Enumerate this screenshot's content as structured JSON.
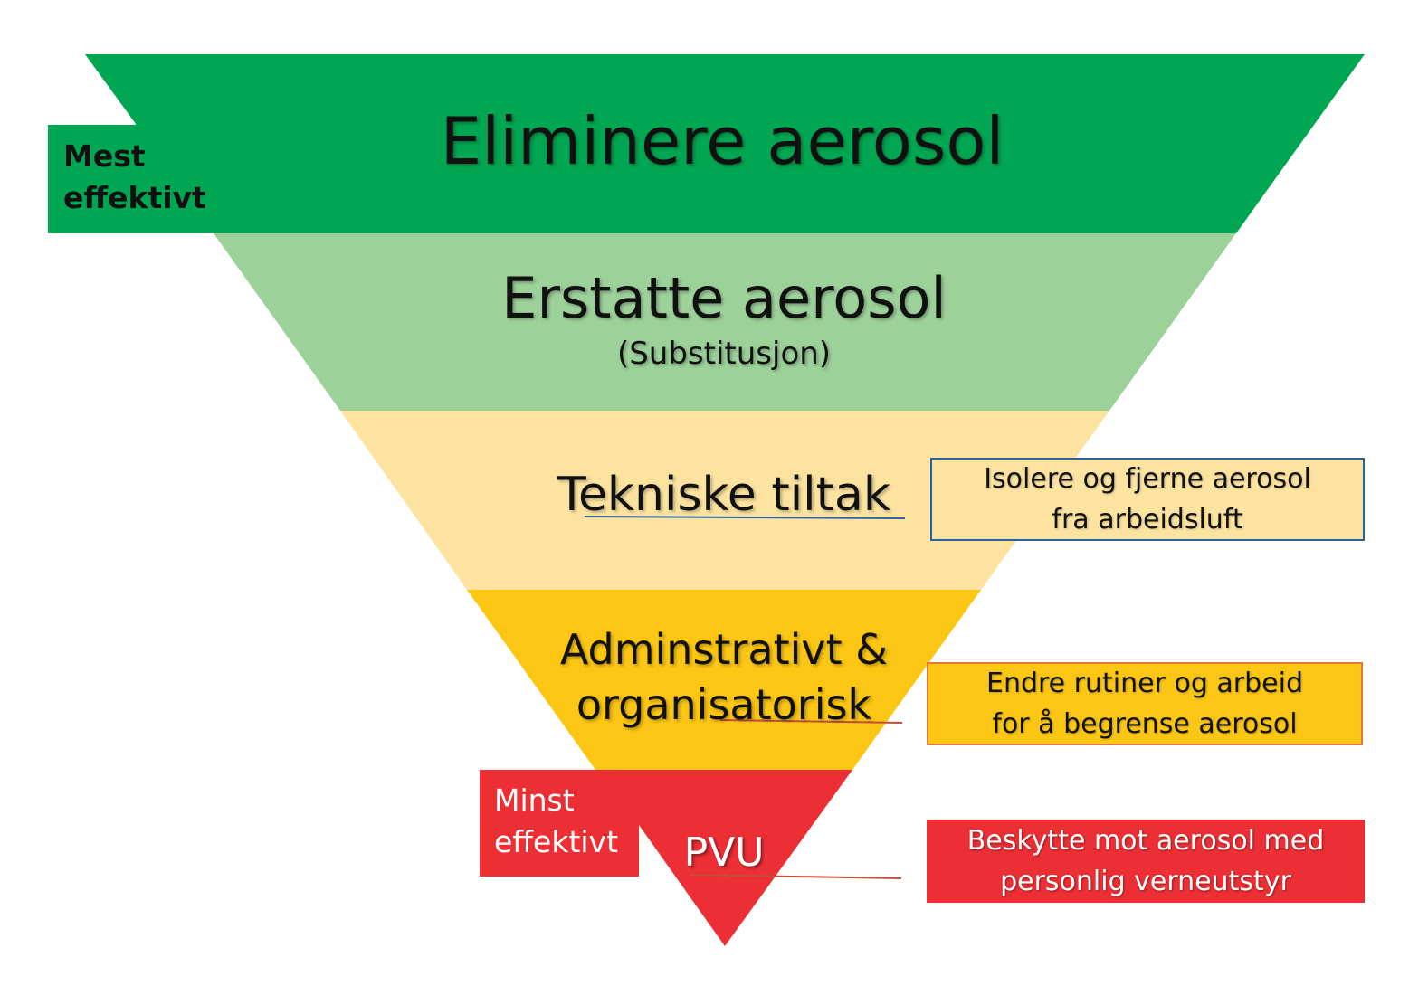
{
  "colors": {
    "level1": "#00A651",
    "level2": "#9DD19A",
    "level3": "#FCE3A0",
    "level4": "#FCC614",
    "level5": "#EC2F34",
    "note1_border": "#2E5FA3",
    "note2_border": "#E0793A",
    "leader1": "#2E5FA3",
    "leader2": "#C0503A",
    "leader3": "#C0503A"
  },
  "levels": [
    {
      "title": "Eliminere aerosol",
      "subtitle": ""
    },
    {
      "title": "Erstatte aerosol",
      "subtitle": "(Substitusjon)"
    },
    {
      "title": "Tekniske tiltak",
      "subtitle": ""
    },
    {
      "title": "Adminstrativt &\norganisatorisk",
      "subtitle": ""
    },
    {
      "title": "PVU",
      "subtitle": ""
    }
  ],
  "most_effective": {
    "line1": "Mest",
    "line2": "effektivt"
  },
  "least_effective": {
    "line1": "Minst",
    "line2": "effektivt"
  },
  "notes": [
    {
      "text": "Isolere og fjerne aerosol\nfra arbeidsluft"
    },
    {
      "text": "Endre rutiner og arbeid\nfor å begrense aerosol"
    },
    {
      "text": "Beskytte mot aerosol med\npersonlig verneutstyr"
    }
  ]
}
